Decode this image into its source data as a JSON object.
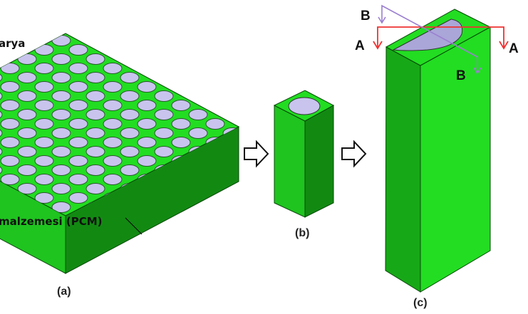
{
  "labels": {
    "top_left": "arya",
    "pcm": "malzemesi (PCM)",
    "a": "(a)",
    "b": "(b)",
    "c": "(c)",
    "section_a_left": "A",
    "section_a_right": "A",
    "section_b_top": "B",
    "section_b_bottom": "B"
  },
  "colors": {
    "green_top": "#22dd22",
    "green_light": "#1fc41f",
    "green_dark": "#128a12",
    "pcm": "#c8c4ee",
    "section_a": "#ee3333",
    "section_b": "#9a7fd0"
  }
}
